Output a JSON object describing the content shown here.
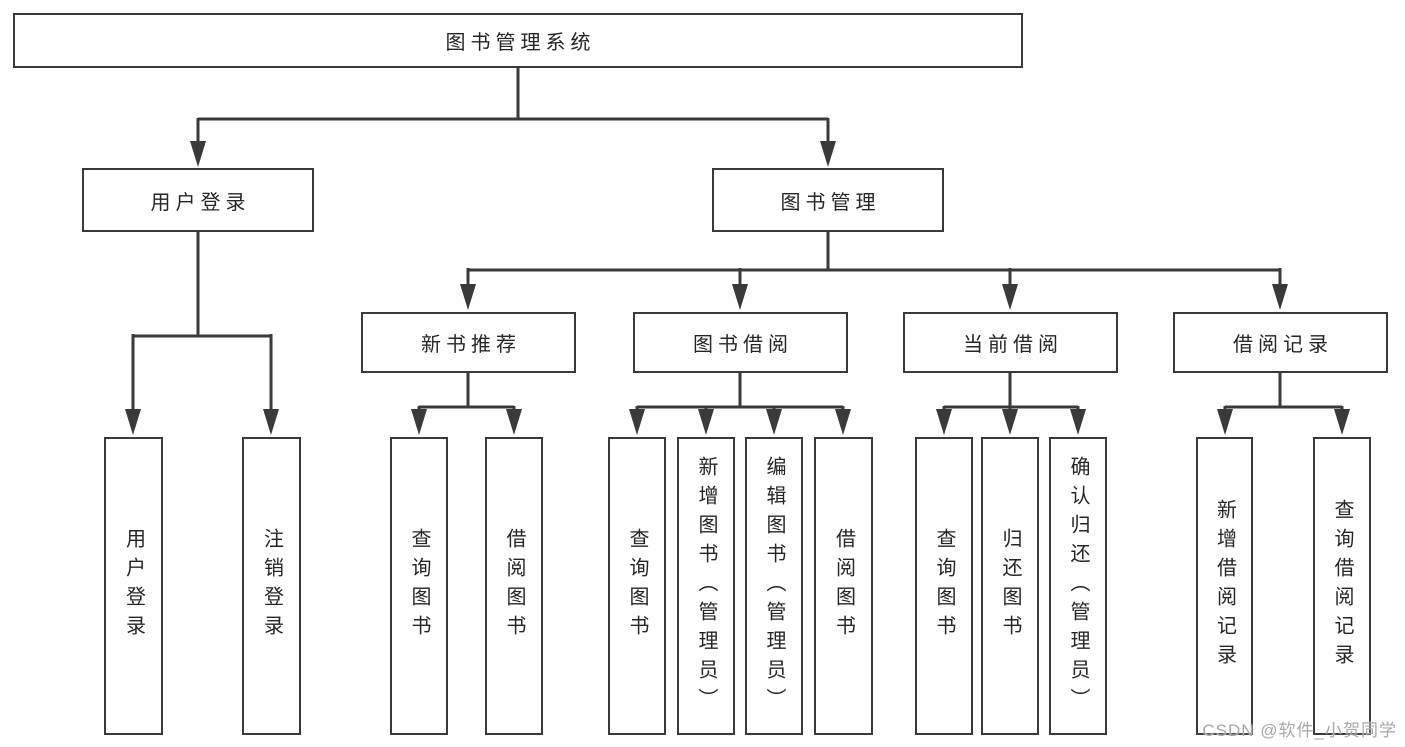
{
  "colors": {
    "line": "#3a3a3a",
    "box_border": "#3a3a3a",
    "text": "#262626",
    "watermark": "#a8a8a8"
  },
  "diagram": {
    "root": "图书管理系统",
    "level2": {
      "user_login": "用户登录",
      "book_mgmt": "图书管理"
    },
    "level3": {
      "new_book_rec": "新书推荐",
      "book_borrow": "图书借阅",
      "current_borrow": "当前借阅",
      "borrow_records": "借阅记录"
    },
    "leaves": {
      "user_login": {
        "login": "用户登录",
        "logout": "注销登录"
      },
      "new_book_rec": {
        "query_book": "查询图书",
        "borrow_book": "借阅图书"
      },
      "book_borrow": {
        "query_book": "查询图书",
        "add_book_admin": "新增图书（管理员）",
        "edit_book_admin": "编辑图书（管理员）",
        "borrow_book": "借阅图书"
      },
      "current_borrow": {
        "query_book": "查询图书",
        "return_book": "归还图书",
        "confirm_return_admin": "确认归还（管理员）"
      },
      "borrow_records": {
        "add_record": "新增借阅记录",
        "query_record": "查询借阅记录"
      }
    }
  },
  "watermark": "CSDN @软件_小贺同学"
}
